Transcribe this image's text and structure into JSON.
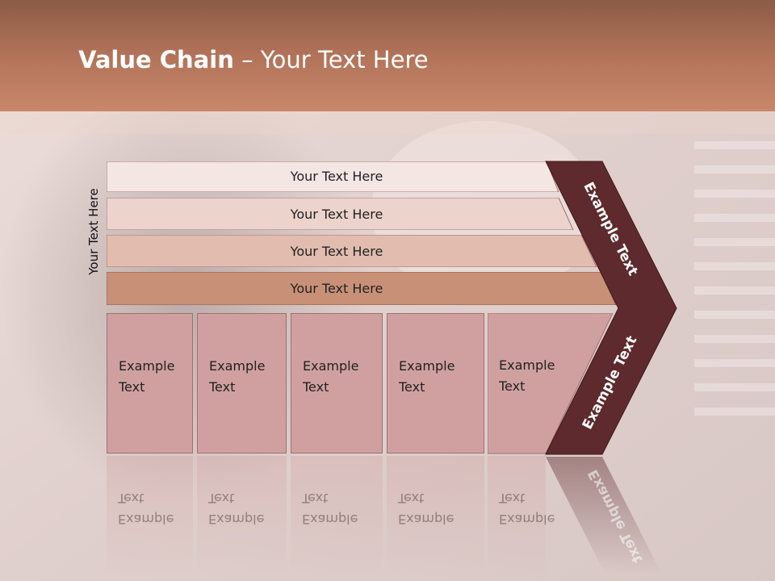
{
  "title": {
    "strong": "Value Chain",
    "rest": " – Your Text Here"
  },
  "side_label": "Your Text Here",
  "bars": [
    {
      "label": "Your Text Here",
      "color": "#f4e6e3"
    },
    {
      "label": "Your Text Here",
      "color": "#ecd3cc"
    },
    {
      "label": "Your Text Here",
      "color": "#e2bcae"
    },
    {
      "label": "Your Text Here",
      "color": "#c99078"
    }
  ],
  "columns": [
    {
      "label": "Example\nText"
    },
    {
      "label": "Example\nText"
    },
    {
      "label": "Example\nText"
    },
    {
      "label": "Example\nText"
    },
    {
      "label": "Example\nText"
    }
  ],
  "chevron": {
    "upper_label": "Example Text",
    "lower_label": "Example Text",
    "color": "#5e2a2d"
  },
  "colors": {
    "header": "#b27359",
    "column": "#d0a0a0"
  }
}
